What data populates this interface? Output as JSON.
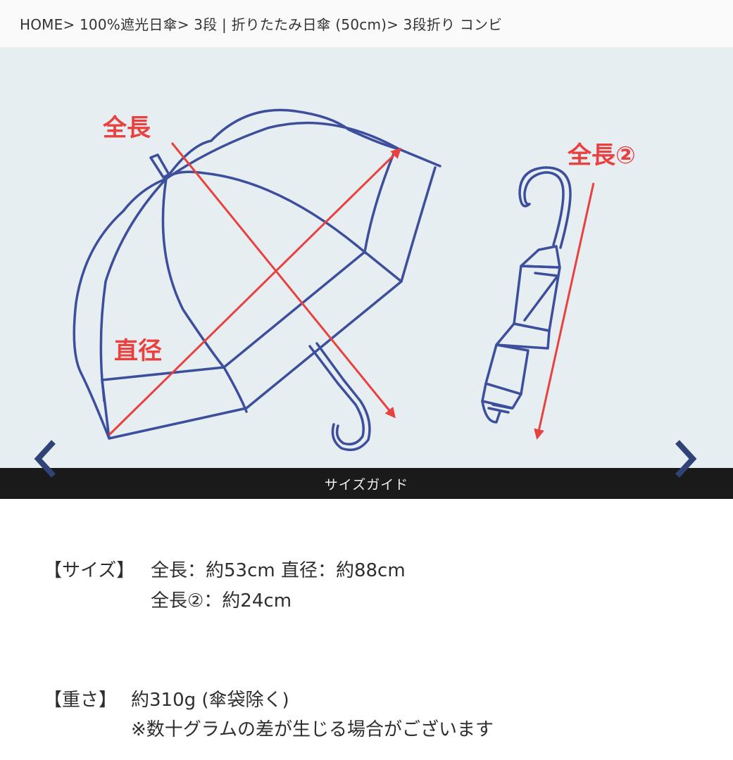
{
  "breadcrumb": {
    "items": [
      "HOME",
      "100%遮光日傘",
      "3段｜折りたたみ日傘 (50cm)",
      "3段折り コンビ"
    ],
    "text": "HOME> 100%遮光日傘> 3段 | 折りたたみ日傘 (50cm)> 3段折り コンビ"
  },
  "gallery": {
    "caption": "サイズガイド",
    "labels": {
      "total_length": "全長",
      "diameter": "直径",
      "total_length_2": "全長②"
    },
    "colors": {
      "background": "#e6eef1",
      "line": "#3d4e9c",
      "accent": "#e8413f",
      "nav_arrow": "#2f4377",
      "caption_bg": "#1a1a1b"
    },
    "nav": {
      "prev": "chevron-left",
      "next": "chevron-right"
    }
  },
  "specs": {
    "size": {
      "label": "【サイズ】",
      "line1": "全長：約53cm  直径：約88cm",
      "line2": "全長②：約24cm"
    },
    "weight": {
      "label": "【重さ】",
      "line1": "約310g (傘袋除く)",
      "line2": "※数十グラムの差が生じる場合がございます"
    }
  }
}
